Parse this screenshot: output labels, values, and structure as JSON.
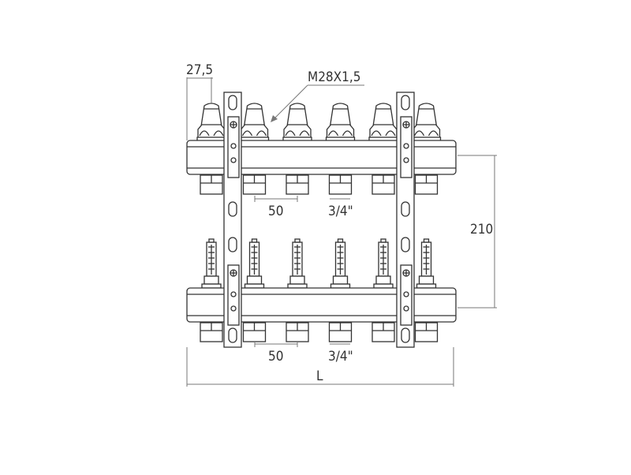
{
  "drawing": {
    "title": "Manifold with flowmeters - dimensional drawing",
    "outlet_count": 6,
    "labels": {
      "cap_width": "27,5",
      "thread": "M28X1,5",
      "spacing_top": "50",
      "connection_top": "3/4\"",
      "spacing_bottom": "50",
      "connection_bottom": "3/4\"",
      "height": "210",
      "length": "L"
    },
    "colors": {
      "line": "#333333",
      "dimension": "#777777",
      "background": "#ffffff"
    }
  }
}
